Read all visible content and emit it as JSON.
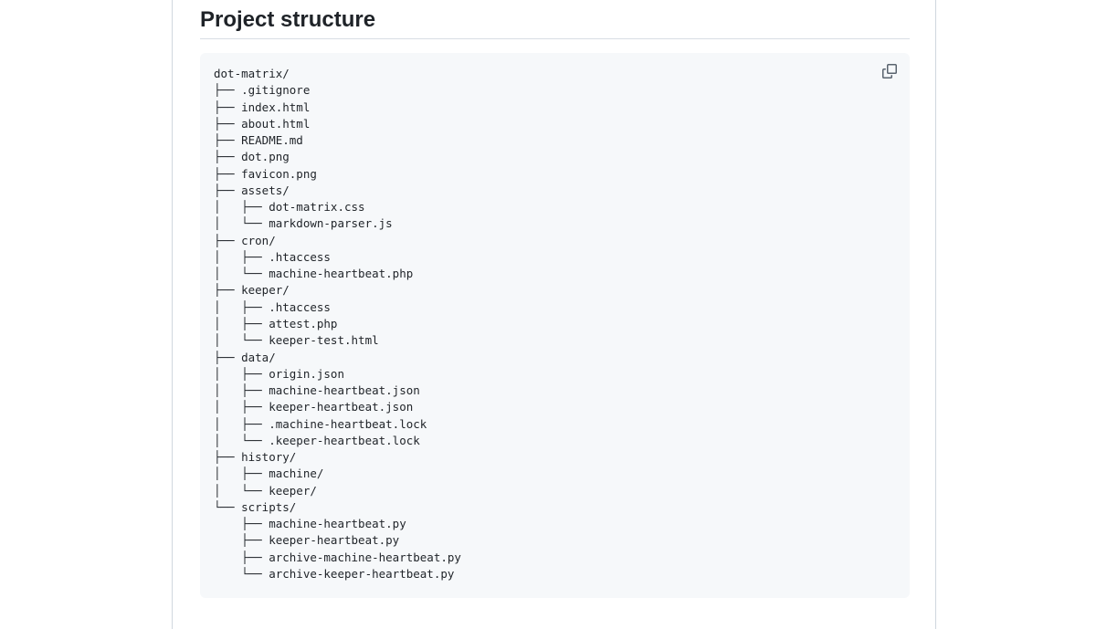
{
  "section": {
    "title": "Project structure"
  },
  "code": {
    "lines": [
      "dot-matrix/",
      "├── .gitignore",
      "├── index.html",
      "├── about.html",
      "├── README.md",
      "├── dot.png",
      "├── favicon.png",
      "├── assets/",
      "│   ├── dot-matrix.css",
      "│   └── markdown-parser.js",
      "├── cron/",
      "│   ├── .htaccess",
      "│   └── machine-heartbeat.php",
      "├── keeper/",
      "│   ├── .htaccess",
      "│   ├── attest.php",
      "│   └── keeper-test.html",
      "├── data/",
      "│   ├── origin.json",
      "│   ├── machine-heartbeat.json",
      "│   ├── keeper-heartbeat.json",
      "│   ├── .machine-heartbeat.lock",
      "│   └── .keeper-heartbeat.lock",
      "├── history/",
      "│   ├── machine/",
      "│   └── keeper/",
      "└── scripts/",
      "    ├── machine-heartbeat.py",
      "    ├── keeper-heartbeat.py",
      "    ├── archive-machine-heartbeat.py",
      "    └── archive-keeper-heartbeat.py"
    ],
    "copy_icon": "copy-icon"
  },
  "colors": {
    "code_background": "#f6f8fa",
    "text": "#1f2328",
    "icon": "#59636e",
    "border": "#d0d7de"
  }
}
